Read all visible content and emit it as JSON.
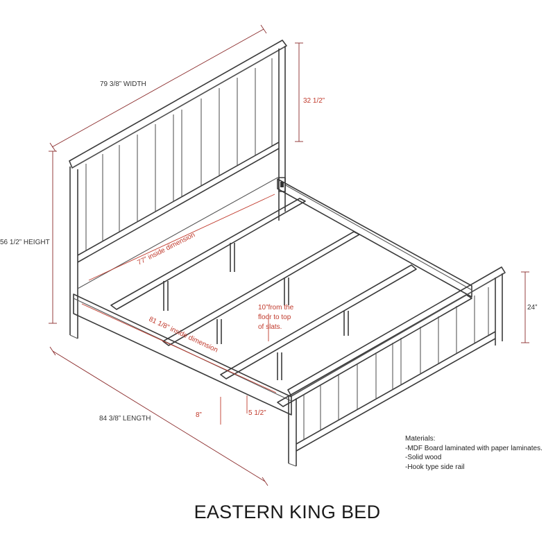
{
  "title": "EASTERN KING BED",
  "dimensions": {
    "width": "79 3/8” WIDTH",
    "headboard_height": "32 1/2”",
    "height": "56 1/2” HEIGHT",
    "inside_width": "77” inside dimension",
    "inside_length": "81 1/8” inside dimension",
    "slat_note_1": "10”from the",
    "slat_note_2": "floor to top",
    "slat_note_3": "of slats.",
    "footboard_height": "24”",
    "length": "84 3/8” LENGTH",
    "clearance": "8”",
    "rail_height": "5 1/2”"
  },
  "materials": {
    "heading": "Materials:",
    "items": [
      "-MDF Board laminated with paper laminates.",
      "-Solid wood",
      "-Hook type side rail"
    ]
  },
  "colors": {
    "line": "#3a3a3a",
    "dimension_dark": "#8a2a2a",
    "dimension_red": "#c0392b"
  }
}
